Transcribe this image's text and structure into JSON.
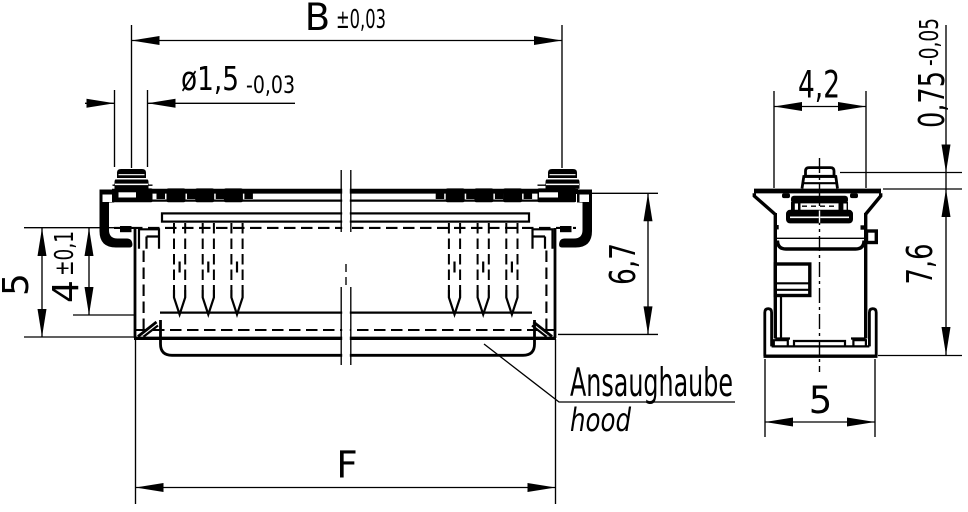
{
  "drawing": {
    "background": "#ffffff",
    "line_color": "#000000",
    "views": {
      "front": {
        "dimensions": {
          "width_b": {
            "value": "B",
            "tolerance": "±0,03"
          },
          "pin_diameter": {
            "value": "ø1,5",
            "tolerance": "-0,03"
          },
          "hood_height": {
            "value": "5"
          },
          "inner_depth": {
            "value": "4",
            "tolerance": "±0,1"
          },
          "body_height": {
            "value": "6,7"
          },
          "hood_length": {
            "value": "F"
          }
        },
        "callout": {
          "label_de": "Ansaughaube",
          "label_en": "hood"
        }
      },
      "side": {
        "dimensions": {
          "top_width": {
            "value": "4,2"
          },
          "pin_height": {
            "value": "0,75",
            "tolerance": "-0,05"
          },
          "height": {
            "value": "7,6"
          },
          "hood_width": {
            "value": "5"
          }
        }
      }
    }
  }
}
